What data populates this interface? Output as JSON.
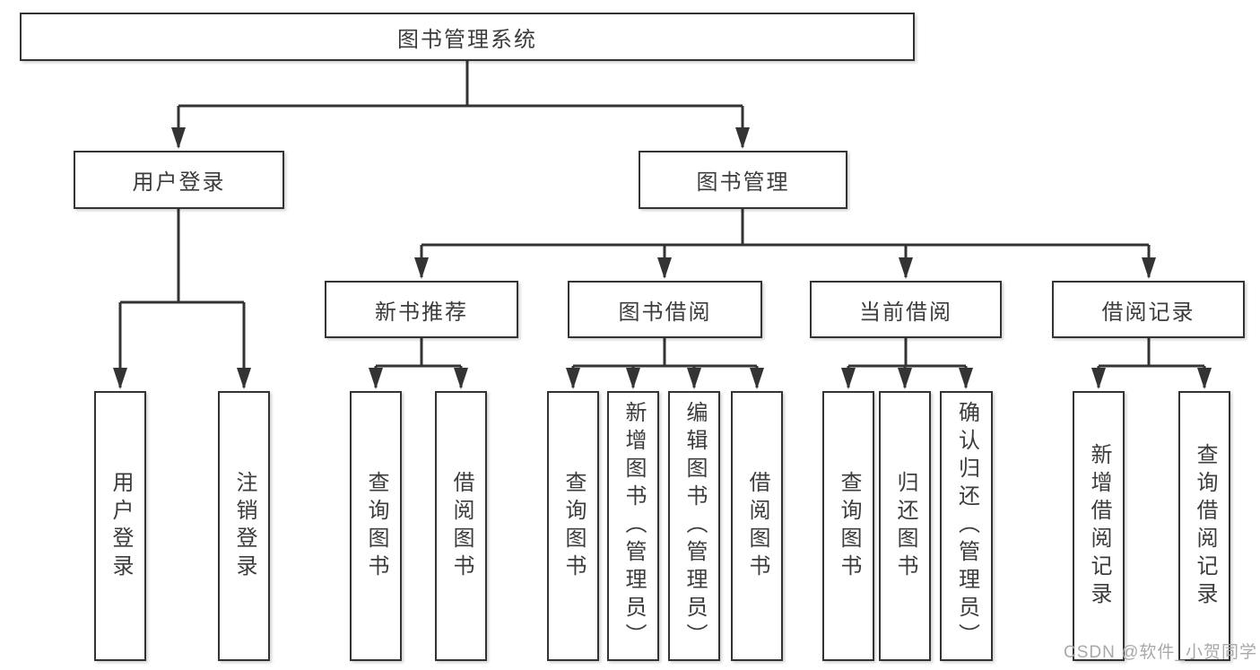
{
  "root": {
    "label": "图书管理系统"
  },
  "level2": {
    "user_login": {
      "label": "用户登录"
    },
    "book_management": {
      "label": "图书管理"
    }
  },
  "level3": {
    "new_book_recommend": {
      "label": "新书推荐"
    },
    "book_borrow": {
      "label": "图书借阅"
    },
    "current_borrow": {
      "label": "当前借阅"
    },
    "borrow_records": {
      "label": "借阅记录"
    }
  },
  "leaves": {
    "user_login": {
      "label": "用户登录"
    },
    "logout": {
      "label": "注销登录"
    },
    "newrec_query_books": {
      "label": "查询图书"
    },
    "newrec_borrow_books": {
      "label": "借阅图书"
    },
    "borrow_query_books": {
      "label": "查询图书"
    },
    "borrow_add_book_admin": {
      "label": "新增图书（管理员）"
    },
    "borrow_edit_book_admin": {
      "label": "编辑图书（管理员）"
    },
    "borrow_borrow_books": {
      "label": "借阅图书"
    },
    "current_query_books": {
      "label": "查询图书"
    },
    "current_return_book": {
      "label": "归还图书"
    },
    "current_confirm_return_admin": {
      "label": "确认归还（管理员）"
    },
    "records_add_record": {
      "label": "新增借阅记录"
    },
    "records_query_record": {
      "label": "查询借阅记录"
    }
  },
  "watermark": {
    "text": "CSDN @软件_小贺同学"
  },
  "colors": {
    "line": "#333333",
    "text": "#3c3c3c",
    "background": "#ffffff",
    "watermark": "#a9a9a9"
  }
}
